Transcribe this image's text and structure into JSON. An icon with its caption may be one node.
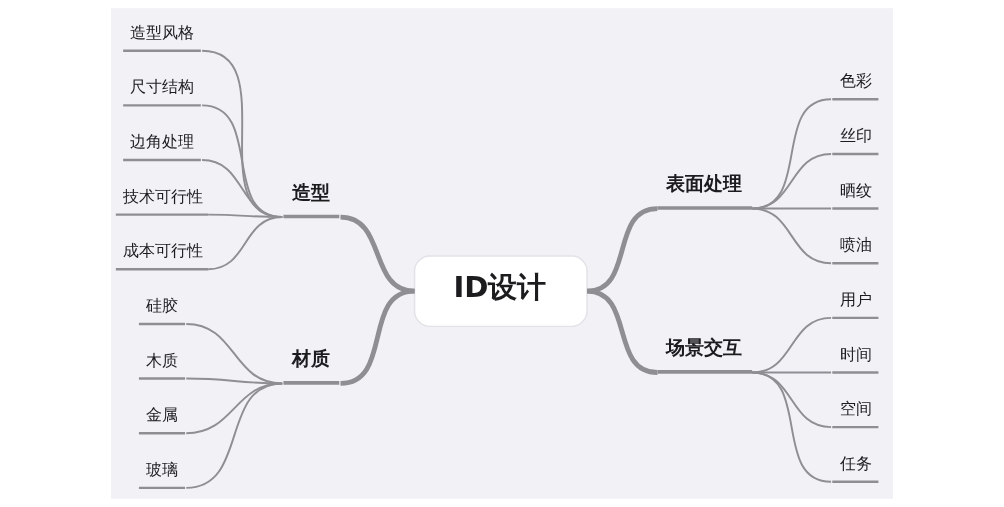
{
  "diagram": {
    "nodes": [
      {
        "text": [
          "ID设计"
        ]
      },
      {
        "text": [
          "造型"
        ]
      },
      {
        "text": [
          "造型风格"
        ]
      },
      {
        "text": [
          "尺寸结构"
        ]
      },
      {
        "text": [
          "边角处理"
        ]
      },
      {
        "text": [
          "技术可行性"
        ]
      },
      {
        "text": [
          "成本可行性"
        ]
      },
      {
        "text": [
          "表面处理"
        ]
      },
      {
        "text": [
          "色彩"
        ]
      },
      {
        "text": [
          "丝印"
        ]
      },
      {
        "text": [
          "晒纹"
        ]
      },
      {
        "text": [
          "喷油"
        ]
      },
      {
        "text": [
          "材质"
        ]
      },
      {
        "text": [
          "硅胶"
        ]
      },
      {
        "text": [
          "木质"
        ]
      },
      {
        "text": [
          "金属"
        ]
      },
      {
        "text": [
          "玻璃"
        ]
      },
      {
        "text": [
          "场景交互"
        ]
      },
      {
        "text": [
          "用户"
        ]
      },
      {
        "text": [
          "时间"
        ]
      },
      {
        "text": [
          "空间"
        ]
      },
      {
        "text": [
          "任务"
        ]
      }
    ],
    "edges": [
      {
        "from": 0,
        "to": 1,
        "arrow": "none",
        "style": "thick"
      },
      {
        "from": 1,
        "to": 2,
        "arrow": "none"
      },
      {
        "from": 1,
        "to": 3,
        "arrow": "none"
      },
      {
        "from": 1,
        "to": 4,
        "arrow": "none"
      },
      {
        "from": 1,
        "to": 5,
        "arrow": "none"
      },
      {
        "from": 1,
        "to": 6,
        "arrow": "none"
      },
      {
        "from": 0,
        "to": 7,
        "arrow": "none",
        "style": "thick"
      },
      {
        "from": 7,
        "to": 8,
        "arrow": "none"
      },
      {
        "from": 7,
        "to": 9,
        "arrow": "none"
      },
      {
        "from": 7,
        "to": 10,
        "arrow": "none"
      },
      {
        "from": 7,
        "to": 11,
        "arrow": "none"
      },
      {
        "from": 0,
        "to": 12,
        "arrow": "none",
        "style": "thick"
      },
      {
        "from": 12,
        "to": 13,
        "arrow": "none"
      },
      {
        "from": 12,
        "to": 14,
        "arrow": "none"
      },
      {
        "from": 12,
        "to": 15,
        "arrow": "none"
      },
      {
        "from": 12,
        "to": 16,
        "arrow": "none"
      },
      {
        "from": 0,
        "to": 17,
        "arrow": "none",
        "style": "thick"
      },
      {
        "from": 17,
        "to": 18,
        "arrow": "none"
      },
      {
        "from": 17,
        "to": 19,
        "arrow": "none"
      },
      {
        "from": 17,
        "to": 20,
        "arrow": "none"
      },
      {
        "from": 17,
        "to": 21,
        "arrow": "none"
      }
    ]
  }
}
